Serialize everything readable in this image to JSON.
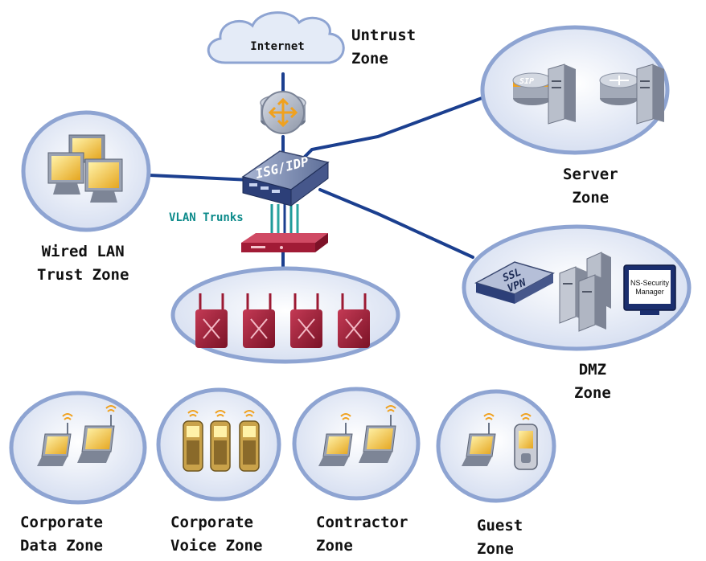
{
  "nodes": {
    "internet": "Internet",
    "firewall": "ISG/IDP",
    "vlan_trunks": "VLAN Trunks",
    "ssl_vpn_line1": "SSL",
    "ssl_vpn_line2": "VPN",
    "nsm_line1": "NS-Security",
    "nsm_line2": "Manager",
    "sip_label": "SIP"
  },
  "zones": {
    "untrust": [
      "Untrust",
      "Zone"
    ],
    "server": [
      "Server",
      "Zone"
    ],
    "wired_lan": [
      "Wired LAN",
      "Trust Zone"
    ],
    "dmz": [
      "DMZ",
      "Zone"
    ],
    "corporate_data": [
      "Corporate",
      "Data Zone"
    ],
    "corporate_voice": [
      "Corporate",
      "Voice Zone"
    ],
    "contractor": [
      "Contractor",
      "Zone"
    ],
    "guest": [
      "Guest",
      "Zone"
    ]
  },
  "colors": {
    "zone_fill": "#dfe6f5",
    "zone_stroke": "#8ea4d2",
    "link": "#1b3f8f",
    "vlan_label": "#0c8a8a",
    "controller": "#b3203c",
    "access_point": "#9c1a33"
  }
}
